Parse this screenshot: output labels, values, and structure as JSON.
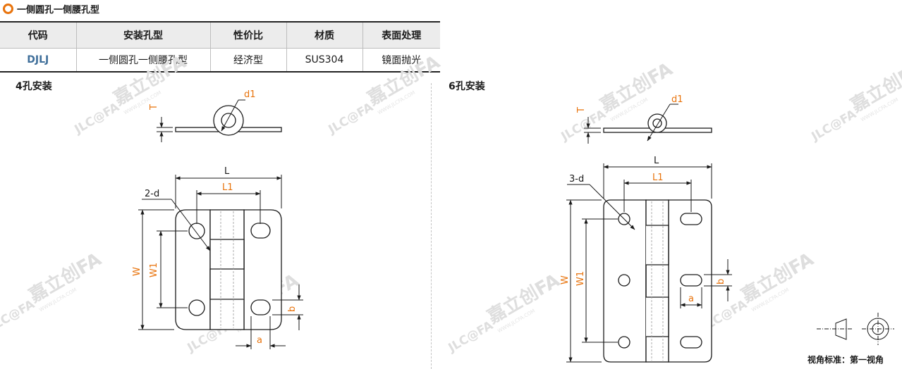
{
  "header": {
    "title": "一侧圆孔一侧腰孔型",
    "accent": "#e8730c"
  },
  "table": {
    "columns": [
      "代码",
      "安装孔型",
      "性价比",
      "材质",
      "表面处理"
    ],
    "rows": [
      [
        "DJLJ",
        "一侧圆孔一侧腰孔型",
        "经济型",
        "SUS304",
        "镜面抛光"
      ]
    ]
  },
  "sections": {
    "left": "4孔安装",
    "right": "6孔安装"
  },
  "dims": {
    "d1": "d1",
    "T": "T",
    "L": "L",
    "L1": "L1",
    "W": "W",
    "W1": "W1",
    "a": "a",
    "b": "b",
    "holes4": "2-d",
    "holes6": "3-d"
  },
  "view_label": "视角标准：第一视角",
  "watermark": {
    "brand": "嘉立创FA",
    "logo": "JLC@FA",
    "url": "WWW.JLCFA.COM"
  }
}
